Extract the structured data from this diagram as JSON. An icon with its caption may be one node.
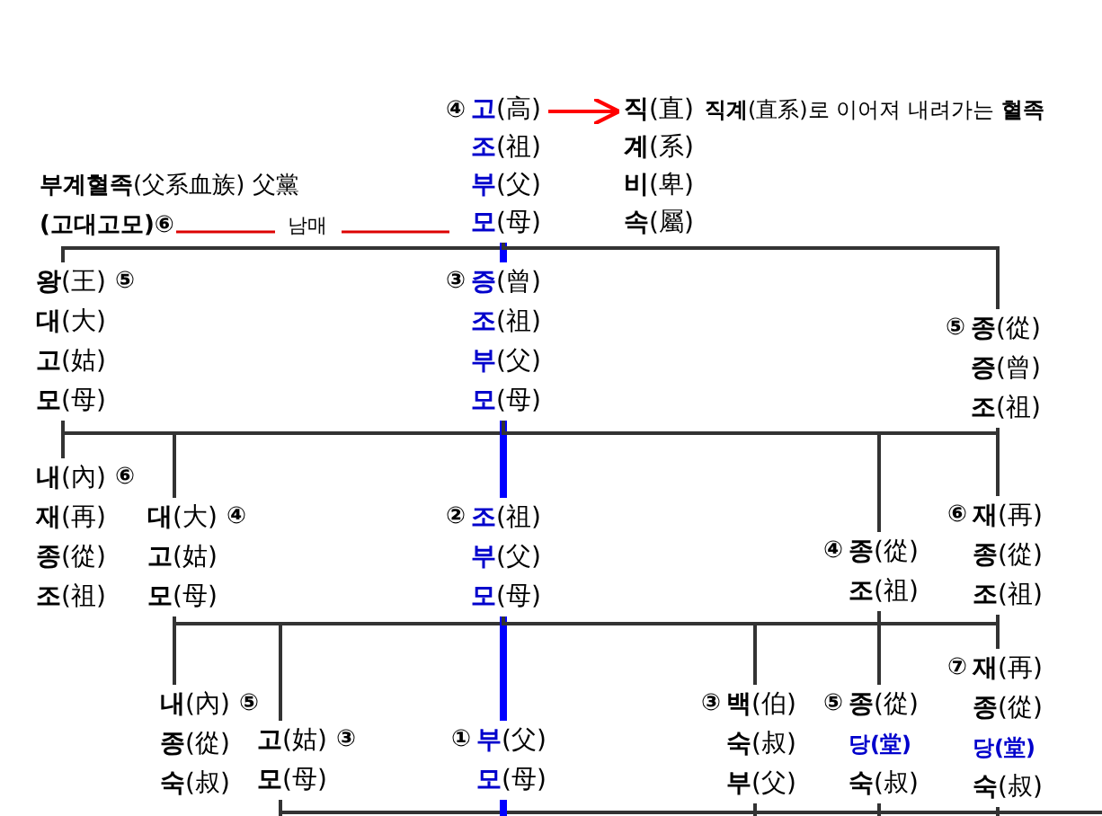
{
  "diagram": {
    "nodes": [
      {
        "text": [
          "고(高) 조(祖) 부(父) 모(母)"
        ],
        "beside": [
          "④"
        ]
      },
      {
        "text": [
          "직(直) 계(系) 비(卑) 속(屬)"
        ]
      },
      {
        "text": [
          "왕(王) 대(大) 고(姑) 모(母)"
        ],
        "beside": [
          "⑤"
        ]
      },
      {
        "text": [
          "증(曾) 조(祖) 부(父) 모(母)"
        ],
        "beside": [
          "③"
        ]
      },
      {
        "text": [
          "종(從) 증(曾) 조(祖)"
        ],
        "beside": [
          "⑤"
        ]
      },
      {
        "text": [
          "내(內) 재(再) 종(從) 조(祖)"
        ],
        "beside": [
          "⑥"
        ]
      },
      {
        "text": [
          "대(大) 고(姑) 모(母)"
        ],
        "beside": [
          "④"
        ]
      },
      {
        "text": [
          "조(祖) 부(父) 모(母)"
        ],
        "beside": [
          "②"
        ]
      },
      {
        "text": [
          "종(從) 조(祖)"
        ],
        "beside": [
          "④"
        ]
      },
      {
        "text": [
          "재(再) 종(從) 조(祖)"
        ],
        "beside": [
          "⑥"
        ]
      },
      {
        "text": [
          "내(內) 종(從) 숙(叔)"
        ],
        "beside": [
          "⑤"
        ]
      },
      {
        "text": [
          "고(姑) 모(母)"
        ],
        "beside": [
          "③"
        ]
      },
      {
        "text": [
          "부(父) 모(母)"
        ],
        "beside": [
          "①"
        ]
      },
      {
        "text": [
          "백(伯) 숙(叔) 부(父)"
        ],
        "beside": [
          "③"
        ]
      },
      {
        "text": [
          "종(從) 당(堂) 숙(叔)"
        ],
        "beside": [
          "⑤"
        ]
      },
      {
        "text": [
          "재(再) 종(從) 당(堂) 숙(叔)"
        ],
        "beside": [
          "⑦"
        ]
      }
    ],
    "edges": [
      {
        "from": 0,
        "to": 1,
        "arrow": "to",
        "color": "#ff0000"
      },
      {
        "from": 0,
        "to": 2,
        "arrow": "none"
      },
      {
        "from": 0,
        "to": 3,
        "arrow": "none",
        "style": "thick",
        "color": "#0000ff"
      },
      {
        "from": 0,
        "to": 4,
        "arrow": "none"
      },
      {
        "from": 2,
        "to": 5,
        "arrow": "none"
      },
      {
        "from": 3,
        "to": 6,
        "arrow": "none"
      },
      {
        "from": 3,
        "to": 7,
        "arrow": "none",
        "style": "thick",
        "color": "#0000ff"
      },
      {
        "from": 3,
        "to": 8,
        "arrow": "none"
      },
      {
        "from": 4,
        "to": 9,
        "arrow": "none"
      },
      {
        "from": 6,
        "to": 10,
        "arrow": "none"
      },
      {
        "from": 7,
        "to": 11,
        "arrow": "none"
      },
      {
        "from": 7,
        "to": 12,
        "arrow": "none",
        "style": "thick",
        "color": "#0000ff"
      },
      {
        "from": 7,
        "to": 13,
        "arrow": "none"
      },
      {
        "from": 8,
        "to": 14,
        "arrow": "none"
      },
      {
        "from": 9,
        "to": 15,
        "arrow": "none"
      },
      {
        "from": 11,
        "to": null,
        "arrow": "none"
      },
      {
        "from": 12,
        "to": null,
        "arrow": "none",
        "style": "thick",
        "color": "#0000ff"
      },
      {
        "from": 13,
        "to": null,
        "arrow": "none"
      },
      {
        "from": 14,
        "to": null,
        "arrow": "none"
      },
      {
        "from": 15,
        "to": null,
        "arrow": "none"
      }
    ],
    "labels": [
      "**직계**(直系)로 이어져 내려가는 **혈족**",
      "**부계혈족**(父系血族) 父黨",
      "(고대고모)⑥",
      "남매"
    ]
  }
}
